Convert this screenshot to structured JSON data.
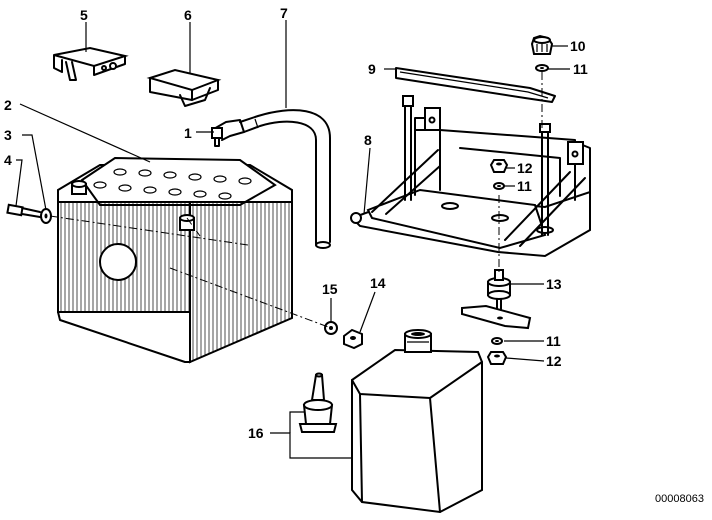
{
  "labels": {
    "l1": "1",
    "l2": "2",
    "l3": "3",
    "l4": "4",
    "l5": "5",
    "l6": "6",
    "l7": "7",
    "l8": "8",
    "l9": "9",
    "l10": "10",
    "l11a": "11",
    "l11b": "11",
    "l11c": "11",
    "l12a": "12",
    "l12b": "12",
    "l13": "13",
    "l14": "14",
    "l15": "15",
    "l16": "16"
  },
  "reference_number": "00008063"
}
